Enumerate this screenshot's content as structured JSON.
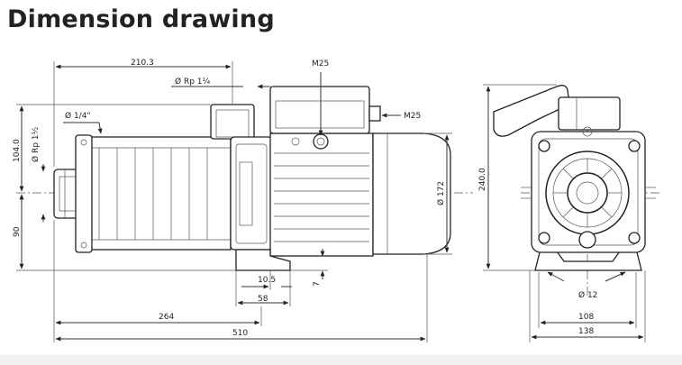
{
  "title": "Dimension drawing",
  "labels": {
    "top_length": "210.3",
    "connection_rp_114": "Ø Rp 1¼",
    "cable_gland_top": "M25",
    "cable_gland_side": "M25",
    "vent_quarter": "Ø 1/4\"",
    "connection_rp_112": "Ø Rp 1½",
    "height_upper": "104.0",
    "height_lower": "90",
    "motor_diameter": "Ø 172",
    "overall_height": "240.0",
    "foot_width": "10.5",
    "foot_spacing": "58",
    "foot_height": "7",
    "inlet_to_foot": "264",
    "overall_length": "510",
    "hole_diameter": "Ø 12",
    "hole_spacing": "108",
    "base_width": "138"
  },
  "colors": {
    "line": "#222222",
    "text": "#222222",
    "background": "#ffffff"
  }
}
